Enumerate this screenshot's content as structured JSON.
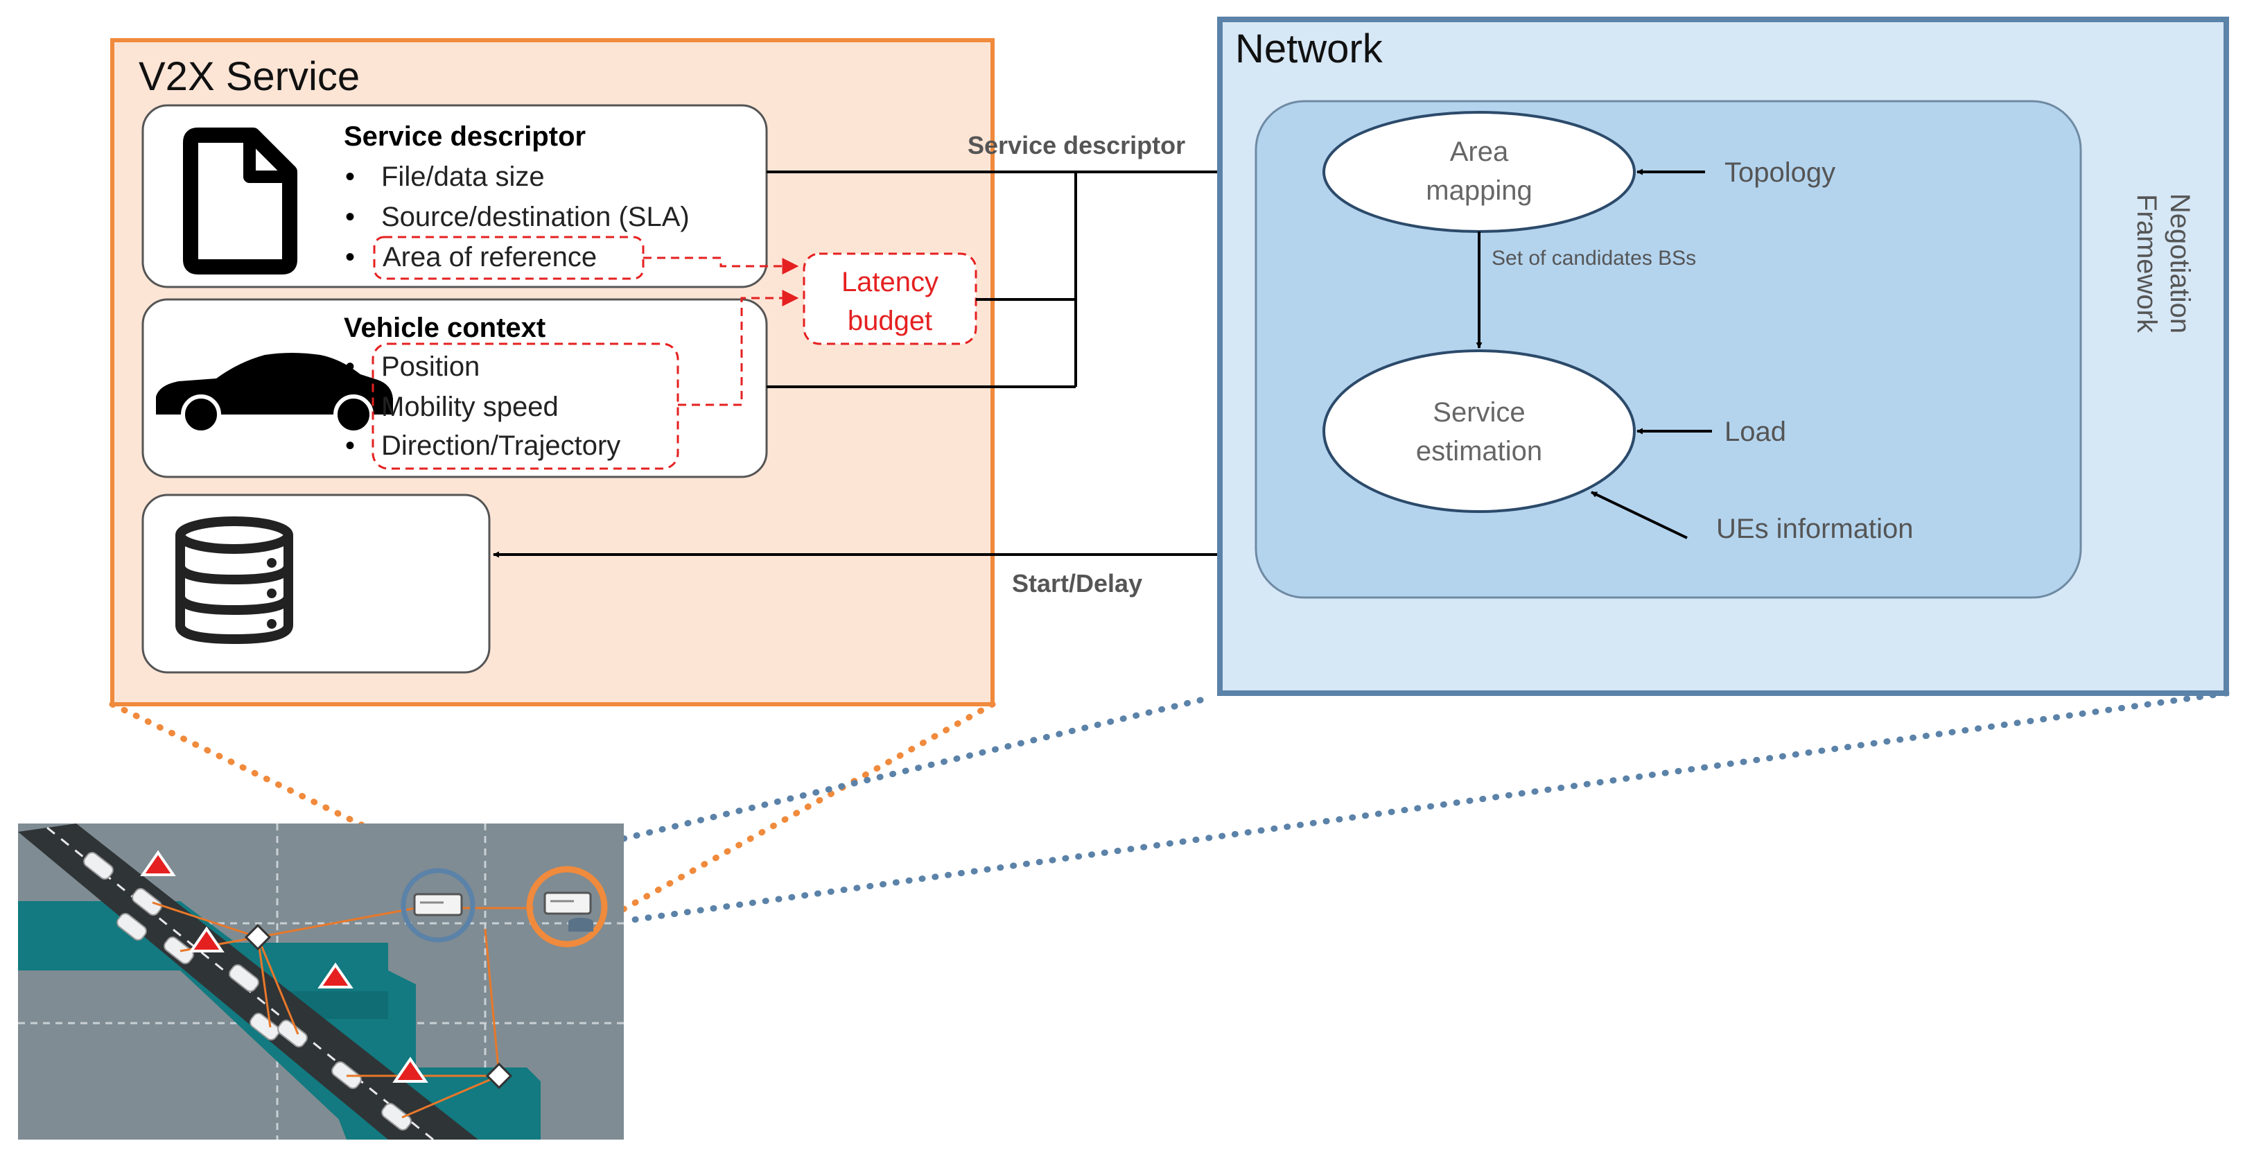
{
  "v2x": {
    "title": "V2X Service",
    "service_descriptor": {
      "heading": "Service descriptor",
      "items": [
        "File/data size",
        "Source/destination (SLA)",
        "Area of reference"
      ]
    },
    "vehicle_context": {
      "heading": "Vehicle context",
      "items": [
        "Position",
        "Mobility speed",
        "Direction/Trajectory"
      ]
    },
    "latency_budget": [
      "Latency",
      "budget"
    ],
    "bullet": "•"
  },
  "network": {
    "title": "Network",
    "negotiation": [
      "Negotiation",
      "Framework"
    ],
    "area_mapping": [
      "Area",
      "mapping"
    ],
    "service_estimation": [
      "Service",
      "estimation"
    ],
    "inputs": {
      "topology": "Topology",
      "load": "Load",
      "ues_information": "UEs information"
    },
    "candidates_label": "Set of candidates BSs"
  },
  "links": {
    "service_descriptor_label": "Service descriptor",
    "start_delay_label": "Start/Delay"
  },
  "colors": {
    "v2x_border": "#f08a3c",
    "v2x_fill": "#fde5d6",
    "network_border": "#5b82a8",
    "network_fill": "#d6e7f6",
    "negotiation_fill": "#b4d4ee",
    "latency_red": "#e52020",
    "road_teal": "#127a80"
  },
  "icons": [
    "document-icon",
    "car-icon",
    "database-icon",
    "server-icon",
    "warning-icon"
  ]
}
